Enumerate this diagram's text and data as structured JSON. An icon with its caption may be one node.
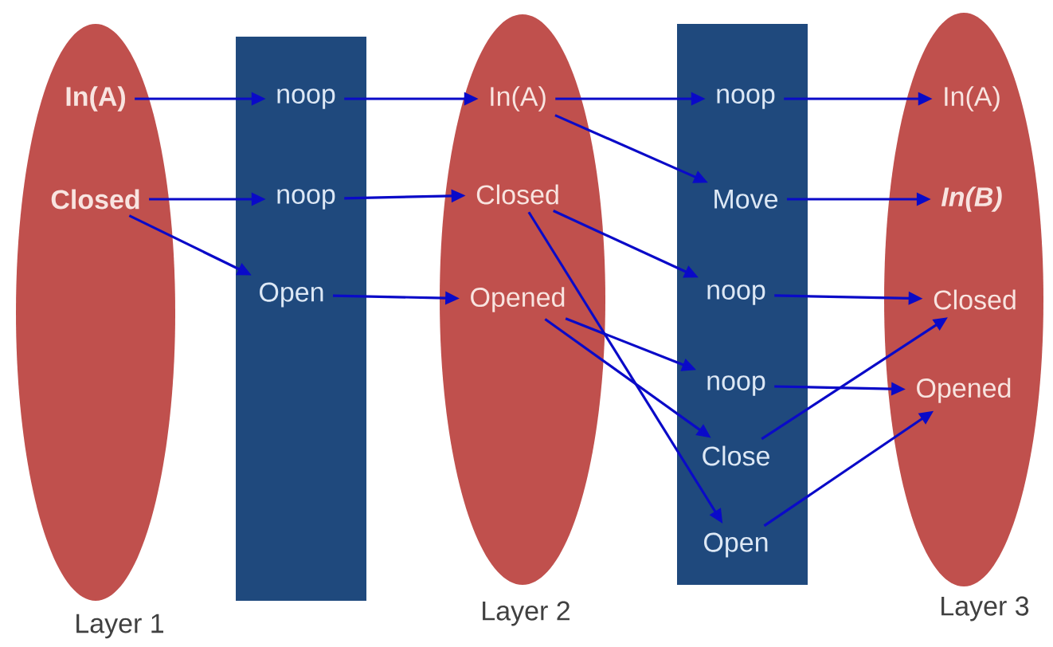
{
  "diagram": {
    "nodes": [
      {
        "text": [],
        "shape": "ellipse",
        "beside": [
          "Layer 1"
        ]
      },
      {
        "text": [
          "In(A)"
        ],
        "in": 0
      },
      {
        "text": [
          "Closed"
        ],
        "in": 0
      },
      {
        "text": [],
        "shape": "box"
      },
      {
        "text": [
          "noop"
        ],
        "in": 3
      },
      {
        "text": [
          "noop"
        ],
        "in": 3
      },
      {
        "text": [
          "Open"
        ],
        "in": 3
      },
      {
        "text": [],
        "shape": "ellipse",
        "beside": [
          "Layer 2"
        ]
      },
      {
        "text": [
          "In(A)"
        ],
        "in": 7
      },
      {
        "text": [
          "Closed"
        ],
        "in": 7
      },
      {
        "text": [
          "Opened"
        ],
        "in": 7
      },
      {
        "text": [],
        "shape": "box"
      },
      {
        "text": [
          "noop"
        ],
        "in": 11
      },
      {
        "text": [
          "Move"
        ],
        "in": 11
      },
      {
        "text": [
          "noop"
        ],
        "in": 11
      },
      {
        "text": [
          "noop"
        ],
        "in": 11
      },
      {
        "text": [
          "Close"
        ],
        "in": 11
      },
      {
        "text": [
          "Open"
        ],
        "in": 11
      },
      {
        "text": [],
        "shape": "ellipse",
        "beside": [
          "Layer 3"
        ]
      },
      {
        "text": [
          "In(A)"
        ],
        "in": 18
      },
      {
        "text": [
          "In(B)"
        ],
        "in": 18
      },
      {
        "text": [
          "Closed"
        ],
        "in": 18
      },
      {
        "text": [
          "Opened"
        ],
        "in": 18
      }
    ],
    "edges": [
      {
        "from": 1,
        "to": 4,
        "arrow": "to"
      },
      {
        "from": 2,
        "to": 5,
        "arrow": "to"
      },
      {
        "from": 2,
        "to": 6,
        "arrow": "to"
      },
      {
        "from": 4,
        "to": 8,
        "arrow": "to"
      },
      {
        "from": 5,
        "to": 9,
        "arrow": "to"
      },
      {
        "from": 6,
        "to": 10,
        "arrow": "to"
      },
      {
        "from": 8,
        "to": 12,
        "arrow": "to"
      },
      {
        "from": 8,
        "to": 13,
        "arrow": "to"
      },
      {
        "from": 9,
        "to": 14,
        "arrow": "to"
      },
      {
        "from": 9,
        "to": 17,
        "arrow": "to"
      },
      {
        "from": 10,
        "to": 15,
        "arrow": "to"
      },
      {
        "from": 10,
        "to": 16,
        "arrow": "to"
      },
      {
        "from": 12,
        "to": 19,
        "arrow": "to"
      },
      {
        "from": 13,
        "to": 20,
        "arrow": "to"
      },
      {
        "from": 14,
        "to": 21,
        "arrow": "to"
      },
      {
        "from": 15,
        "to": 22,
        "arrow": "to"
      },
      {
        "from": 16,
        "to": 21,
        "arrow": "to"
      },
      {
        "from": 17,
        "to": 22,
        "arrow": "to"
      }
    ]
  }
}
